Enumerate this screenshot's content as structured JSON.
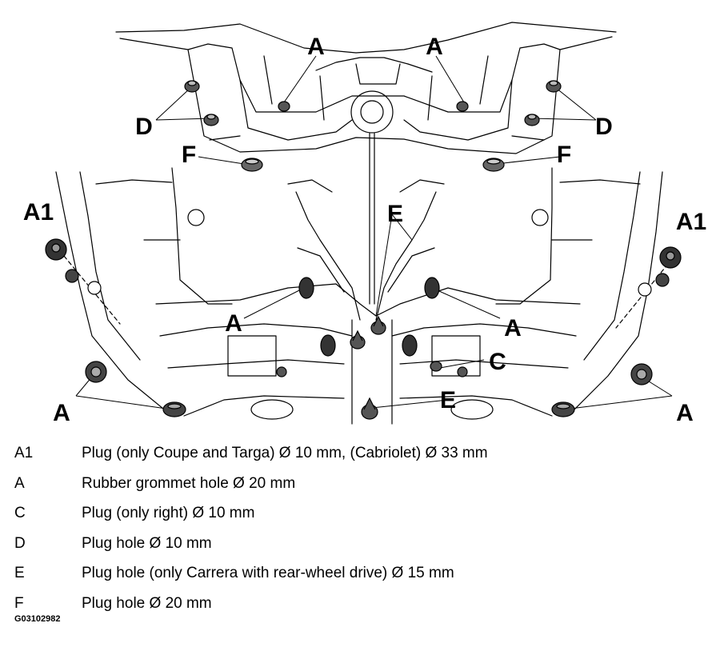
{
  "diagram": {
    "callouts": {
      "a_top_left": "A",
      "a_top_right": "A",
      "d_left": "D",
      "d_right": "D",
      "f_left": "F",
      "f_right": "F",
      "a1_left": "A1",
      "a1_right": "A1",
      "e_center": "E",
      "e_lower": "E",
      "a_mid_left": "A",
      "a_mid_right": "A",
      "c_right": "C",
      "a_bottom_left": "A",
      "a_bottom_right": "A"
    }
  },
  "legend": [
    {
      "key": "A1",
      "description": "Plug (only Coupe and Targa) Ø 10 mm, (Cabriolet) Ø 33 mm"
    },
    {
      "key": "A",
      "description": "Rubber grommet hole Ø 20 mm"
    },
    {
      "key": "C",
      "description": "Plug (only right) Ø 10 mm"
    },
    {
      "key": "D",
      "description": "Plug hole Ø 10 mm"
    },
    {
      "key": "E",
      "description": "Plug hole (only Carrera with rear-wheel drive) Ø 15 mm"
    },
    {
      "key": "F",
      "description": "Plug hole Ø 20 mm"
    }
  ],
  "figure_id": "G03102982"
}
